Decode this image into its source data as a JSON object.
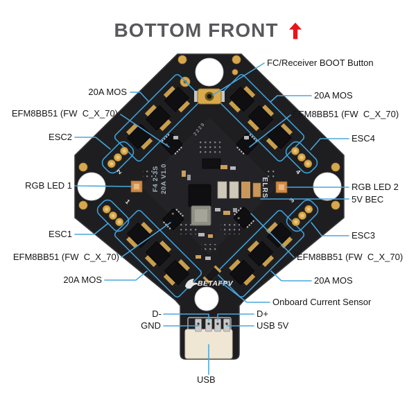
{
  "title": {
    "text": "BOTTOM FRONT"
  },
  "board": {
    "silkscreen_line1": "F4 2-3S",
    "silkscreen_line2": "20A V1.0",
    "silkscreen_right": "ELRS",
    "date_code": "2229",
    "brand": "BETAFPV",
    "esc_numbers": {
      "esc1": "1",
      "esc2": "2",
      "esc3": "3",
      "esc4": "4"
    }
  },
  "labels": {
    "boot_button": "FC/Receiver BOOT Button",
    "mos_top_left": "20A MOS",
    "mos_top_right": "20A MOS",
    "efm_top_left": "EFM8BB51 (FW  C_X_70)",
    "efm_top_right": "EFM8BB51 (FW  C_X_70)",
    "esc2": "ESC2",
    "esc4": "ESC4",
    "rgb_led_1": "RGB LED 1",
    "rgb_led_2": "RGB LED 2",
    "bec_5v": "5V BEC",
    "esc1": "ESC1",
    "esc3": "ESC3",
    "efm_bottom_left": "EFM8BB51 (FW  C_X_70)",
    "efm_bottom_right": "EFM8BB51 (FW  C_X_70)",
    "mos_bottom_left": "20A MOS",
    "mos_bottom_right": "20A MOS",
    "current_sensor": "Onboard Current Sensor",
    "d_minus": "D-",
    "d_plus": "D+",
    "gnd": "GND",
    "usb_5v": "USB 5V",
    "usb": "USB"
  },
  "colors": {
    "callout": "#4BA7DC",
    "title": "#58595C",
    "red": "#E8141C",
    "pcb": "#1E1E21",
    "gold": "#D7A74D",
    "escline": "#3E9FD6",
    "silk": "#9FB6C2"
  }
}
